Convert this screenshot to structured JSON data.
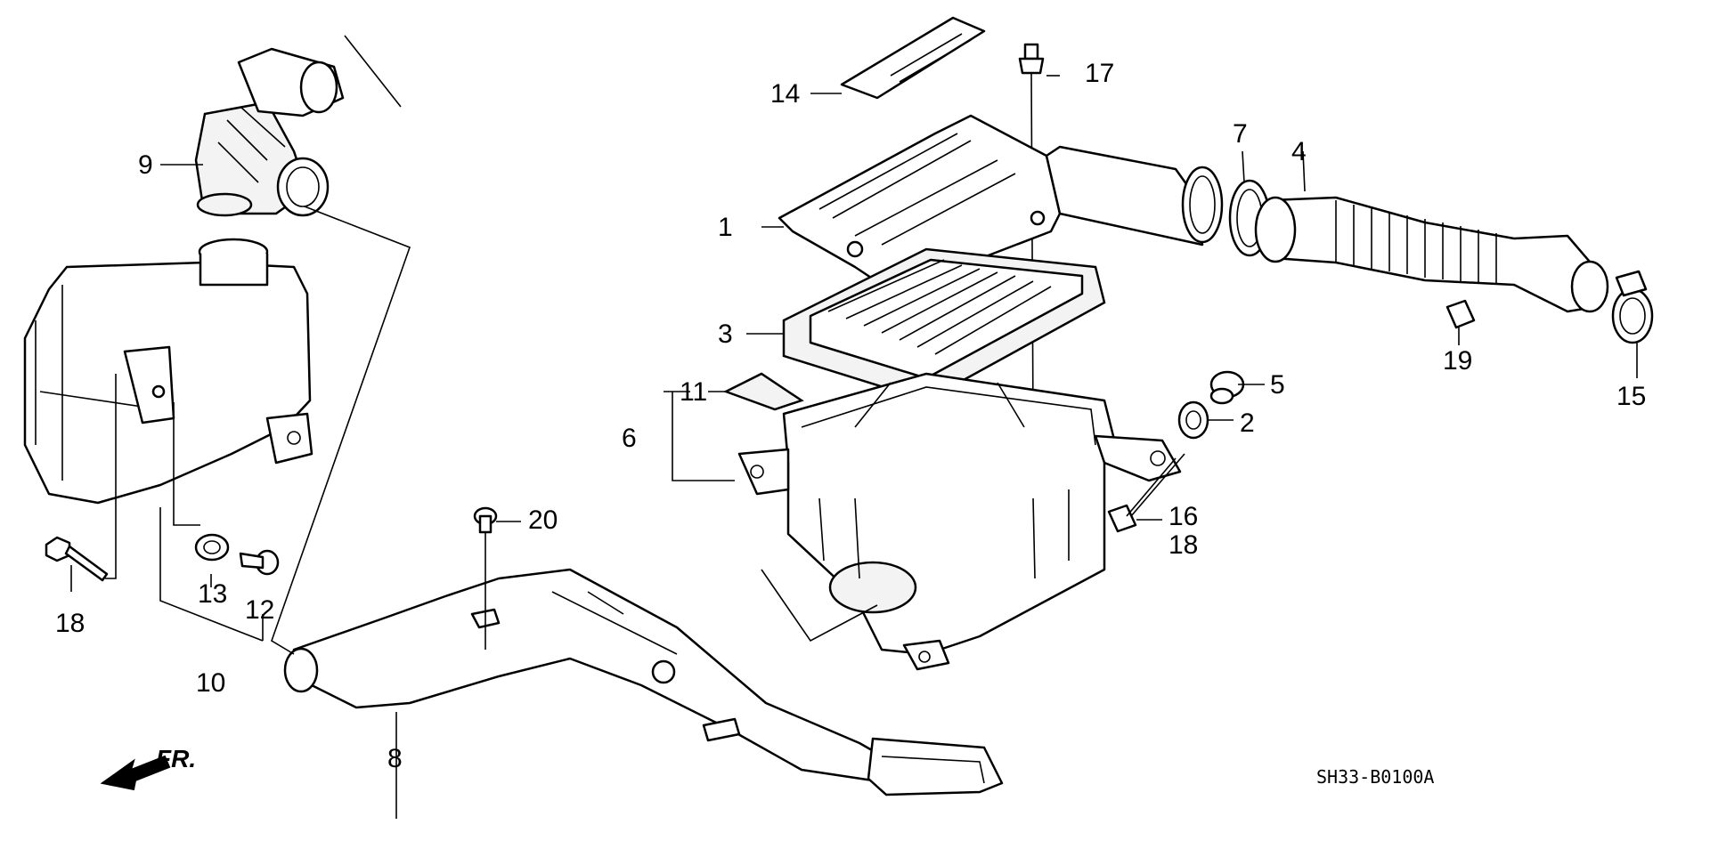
{
  "diagram": {
    "labels": {
      "l1": "1",
      "l2": "2",
      "l3": "3",
      "l4": "4",
      "l5": "5",
      "l6": "6",
      "l7": "7",
      "l8": "8",
      "l9": "9",
      "l10": "10",
      "l11": "11",
      "l12": "12",
      "l13": "13",
      "l14": "14",
      "l15": "15",
      "l16": "16",
      "l17": "17",
      "l18a": "18",
      "l18b": "18",
      "l19": "19",
      "l20": "20"
    },
    "direction_label": "FR.",
    "drawing_code": "SH33-B0100A"
  }
}
